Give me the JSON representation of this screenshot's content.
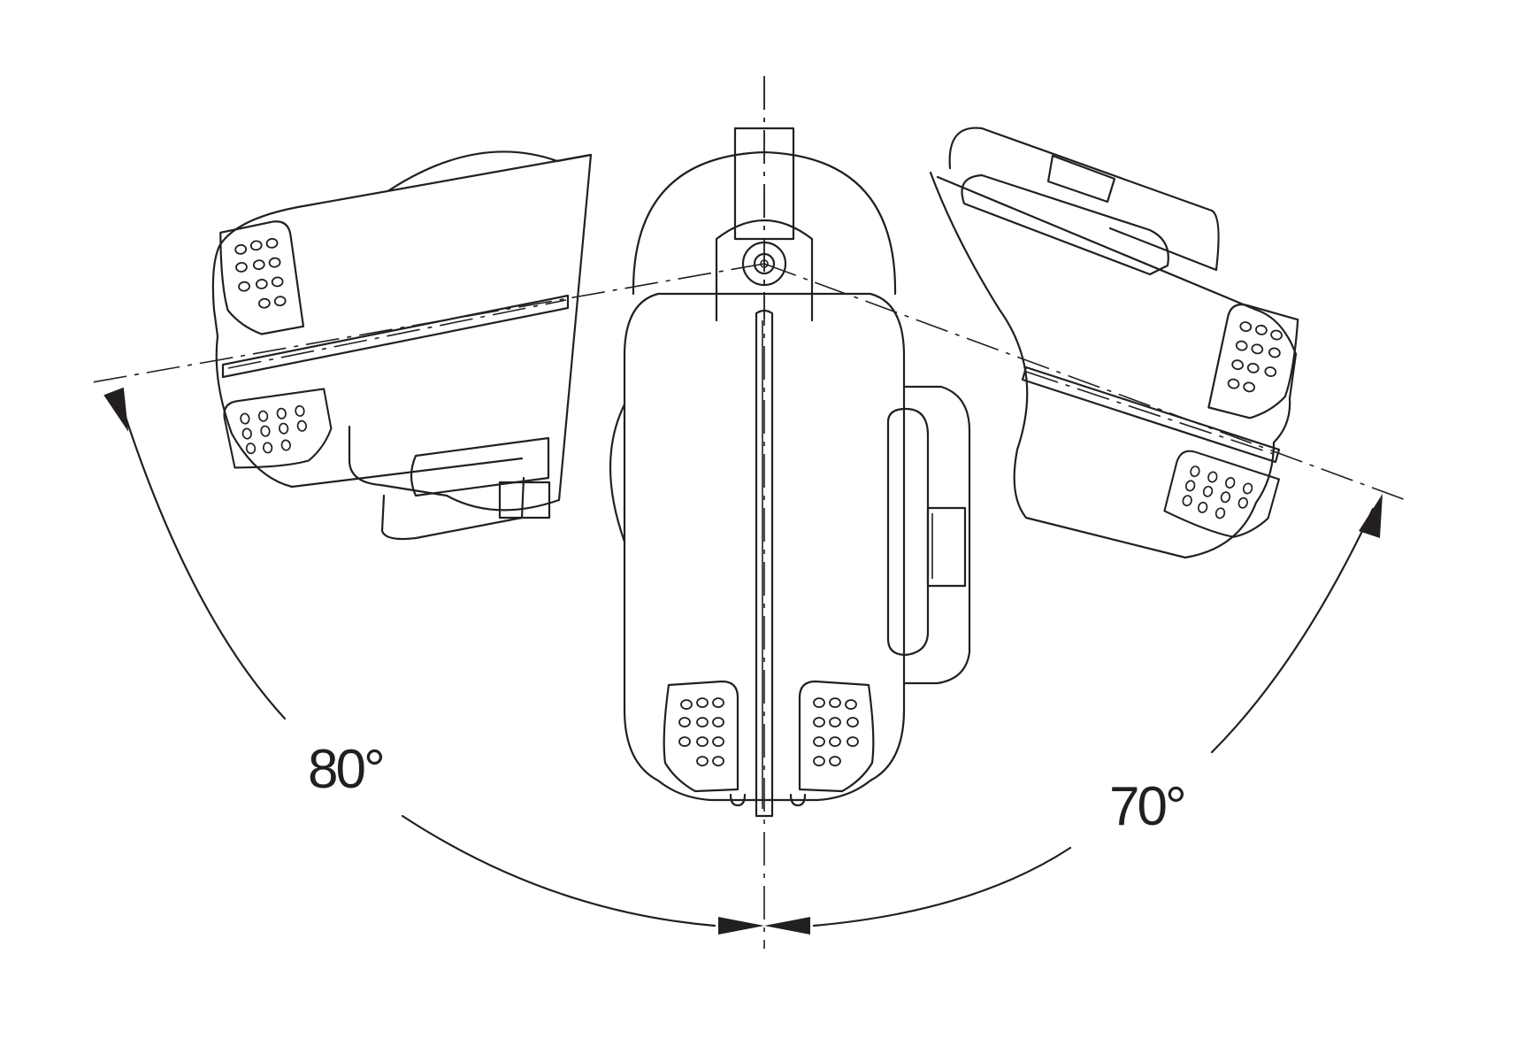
{
  "diagram": {
    "angle_left": {
      "value": 80,
      "label": "80°"
    },
    "angle_right": {
      "value": 70,
      "label": "70°"
    },
    "line_color": "#231f20",
    "background": "#ffffff"
  }
}
